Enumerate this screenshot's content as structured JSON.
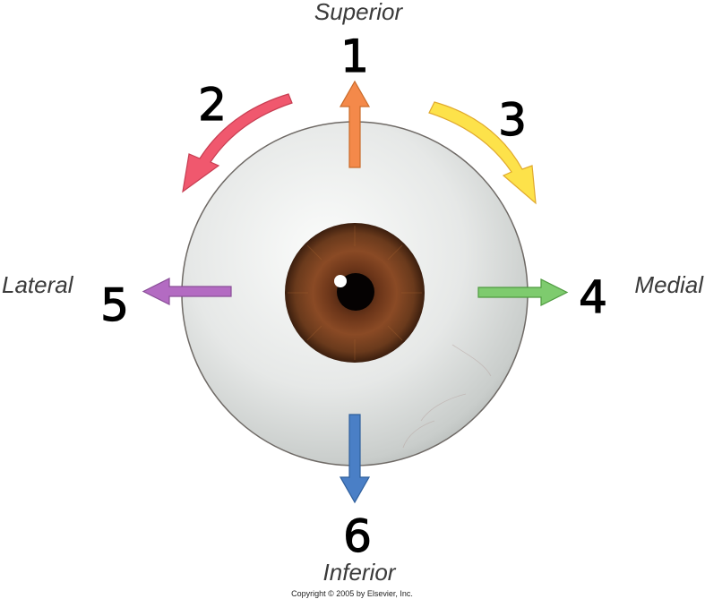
{
  "labels": {
    "superior": "Superior",
    "inferior": "Inferior",
    "lateral": "Lateral",
    "medial": "Medial"
  },
  "numbers": {
    "n1": "1",
    "n2": "2",
    "n3": "3",
    "n4": "4",
    "n5": "5",
    "n6": "6"
  },
  "copyright": "Copyright © 2005 by Elsevier, Inc.",
  "colors": {
    "arrow_1": "#f4894a",
    "arrow_2": "#f0586e",
    "arrow_3": "#fde24a",
    "arrow_4": "#7ecb6e",
    "arrow_5": "#b36bc2",
    "arrow_6": "#4a7fc6",
    "iris": "#6b3a1e",
    "sclera": "#e9ebea"
  }
}
